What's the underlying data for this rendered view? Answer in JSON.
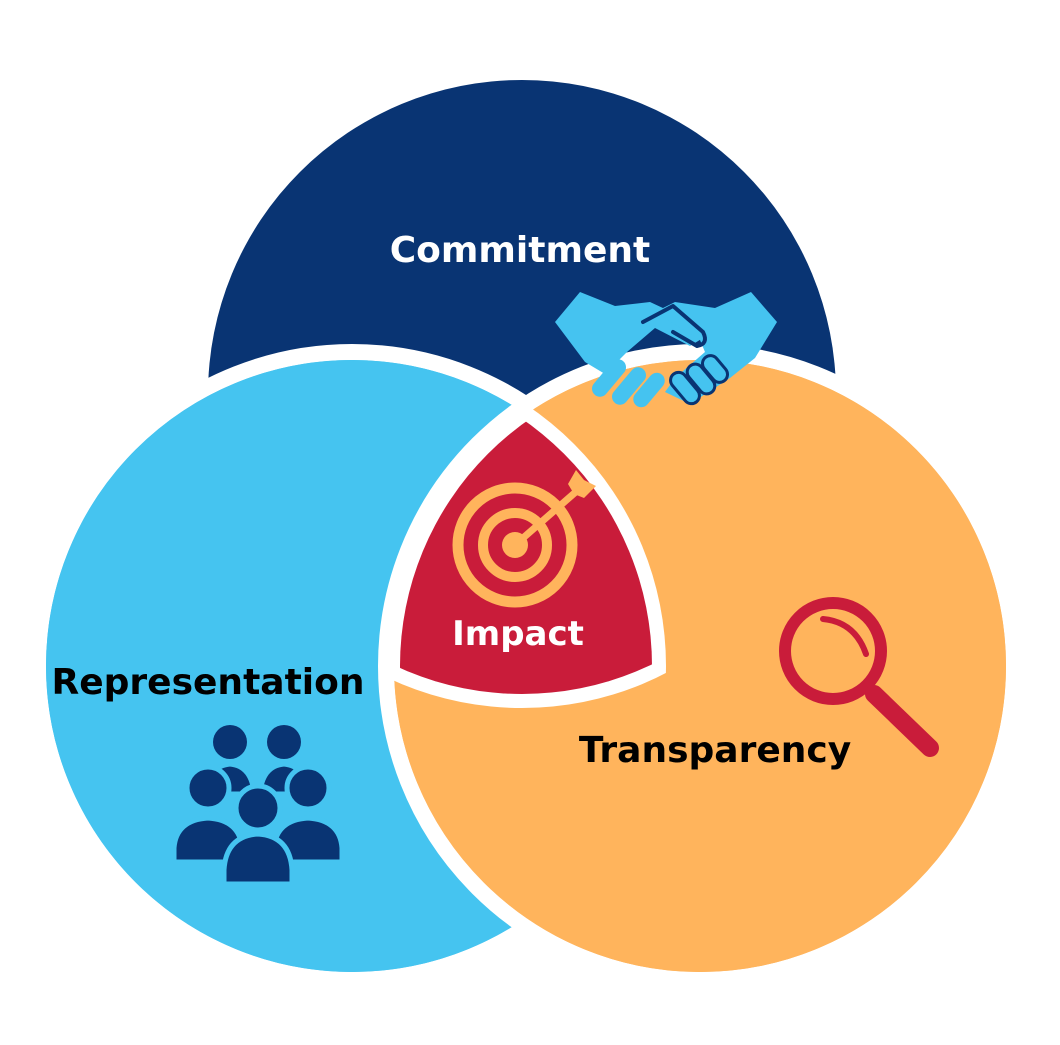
{
  "diagram": {
    "type": "venn",
    "circles": [
      {
        "id": "commitment",
        "label": "Commitment",
        "icon": "handshake-icon",
        "fill": "#093473",
        "text_color": "#ffffff",
        "icon_color": "#45c3f0"
      },
      {
        "id": "representation",
        "label": "Representation",
        "icon": "people-group-icon",
        "fill": "#45c4f0",
        "text_color": "#000000",
        "icon_color": "#093473"
      },
      {
        "id": "transparency",
        "label": "Transparency",
        "icon": "magnifying-glass-icon",
        "fill": "#ffb45c",
        "text_color": "#000000",
        "icon_color": "#c91c3a"
      }
    ],
    "center": {
      "id": "impact",
      "label": "Impact",
      "icon": "target-arrow-icon",
      "fill": "#c91c3a",
      "text_color": "#ffffff",
      "icon_color": "#ffb45c"
    },
    "separator_color": "#ffffff"
  }
}
